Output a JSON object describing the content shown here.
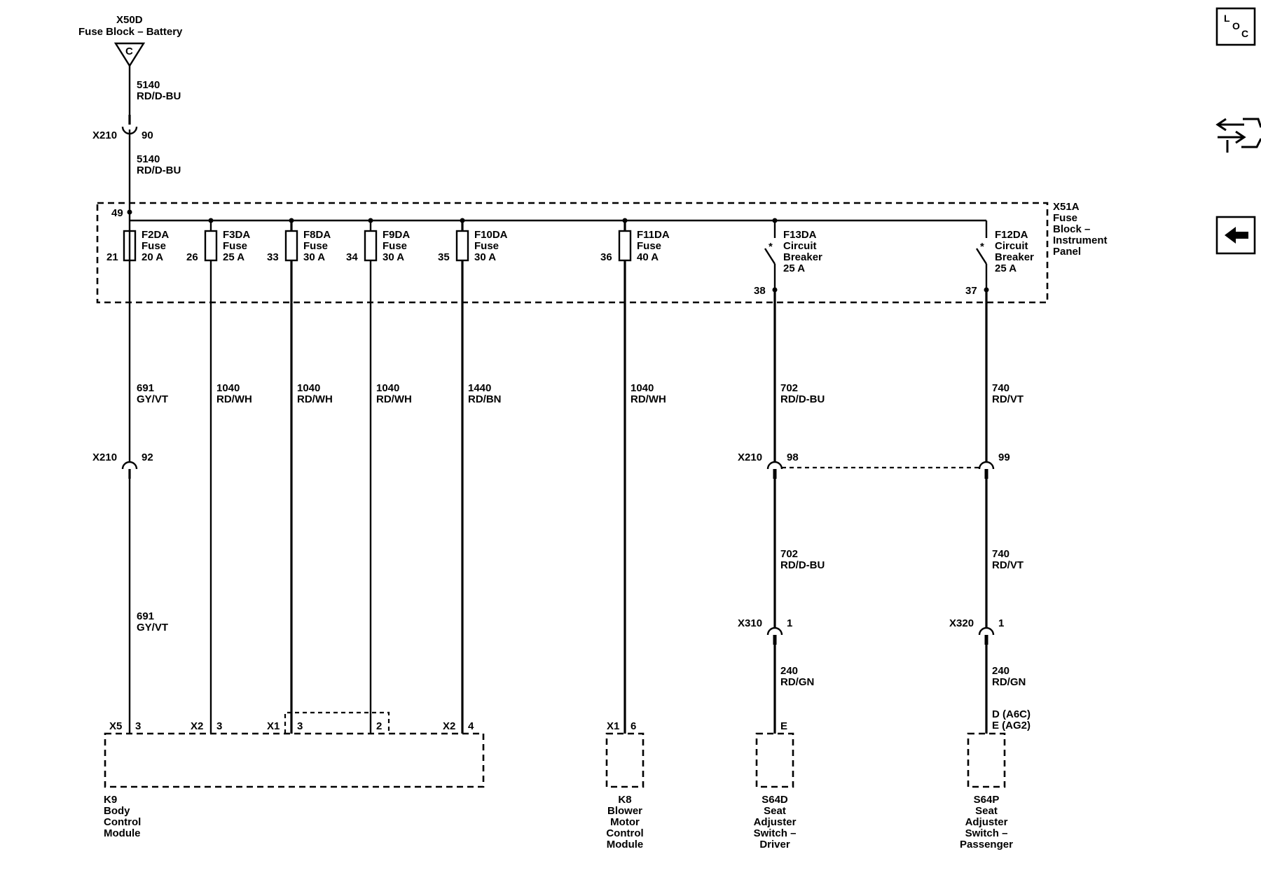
{
  "source": {
    "connector": "X50D",
    "name": "Fuse Block – Battery",
    "terminal": "C"
  },
  "top_wire": {
    "circuit": "5140",
    "color": "RD/D-BU"
  },
  "inline_x210_top": {
    "connector": "X210",
    "pin": "90"
  },
  "lower_top_wire": {
    "circuit": "5140",
    "color": "RD/D-BU"
  },
  "fuse_block": {
    "connector": "X51A",
    "line1": "Fuse",
    "line2": "Block –",
    "line3": "Instrument",
    "line4": "Panel",
    "input_pin": "49"
  },
  "fuses": [
    {
      "id": "F2DA",
      "type": "Fuse",
      "rating": "20 A",
      "pin": "21"
    },
    {
      "id": "F3DA",
      "type": "Fuse",
      "rating": "25 A",
      "pin": "26"
    },
    {
      "id": "F8DA",
      "type": "Fuse",
      "rating": "30 A",
      "pin": "33"
    },
    {
      "id": "F9DA",
      "type": "Fuse",
      "rating": "30 A",
      "pin": "34"
    },
    {
      "id": "F10DA",
      "type": "Fuse",
      "rating": "30 A",
      "pin": "35"
    },
    {
      "id": "F11DA",
      "type": "Fuse",
      "rating": "40 A",
      "pin": "36"
    }
  ],
  "breakers": [
    {
      "id": "F13DA",
      "line1": "Circuit",
      "line2": "Breaker",
      "rating": "25 A",
      "pin": "38"
    },
    {
      "id": "F12DA",
      "line1": "Circuit",
      "line2": "Breaker",
      "rating": "25 A",
      "pin": "37"
    }
  ],
  "wires_mid": [
    {
      "circuit": "691",
      "color": "GY/VT"
    },
    {
      "circuit": "1040",
      "color": "RD/WH"
    },
    {
      "circuit": "1040",
      "color": "RD/WH"
    },
    {
      "circuit": "1040",
      "color": "RD/WH"
    },
    {
      "circuit": "1440",
      "color": "RD/BN"
    },
    {
      "circuit": "1040",
      "color": "RD/WH"
    },
    {
      "circuit": "702",
      "color": "RD/D-BU"
    },
    {
      "circuit": "740",
      "color": "RD/VT"
    }
  ],
  "inline_x210": [
    {
      "connector": "X210",
      "pin": "92"
    },
    {
      "connector": "X210",
      "pin": "98"
    },
    {
      "connector": "",
      "pin": "99"
    }
  ],
  "wires_lower": [
    {
      "circuit": "691",
      "color": "GY/VT"
    },
    {
      "circuit": "702",
      "color": "RD/D-BU"
    },
    {
      "circuit": "740",
      "color": "RD/VT"
    }
  ],
  "inline_x310": {
    "connector": "X310",
    "pin": "1"
  },
  "inline_x320": {
    "connector": "X320",
    "pin": "1"
  },
  "wires_bottom": [
    {
      "circuit": "240",
      "color": "RD/GN"
    },
    {
      "circuit": "240",
      "color": "RD/GN"
    }
  ],
  "terminals": [
    {
      "connector": "X5",
      "pin": "3"
    },
    {
      "connector": "X2",
      "pin": "3"
    },
    {
      "connector": "X1",
      "pin": "3"
    },
    {
      "connector": "",
      "pin": "2"
    },
    {
      "connector": "X2",
      "pin": "4"
    },
    {
      "connector": "X1",
      "pin": "6"
    },
    {
      "connector": "",
      "pin": "E"
    },
    {
      "connector": "",
      "pin": "D (A6C)",
      "pin2": "E (AG2)"
    }
  ],
  "modules": [
    {
      "id": "K9",
      "lines": [
        "Body",
        "Control",
        "Module"
      ]
    },
    {
      "id": "K8",
      "lines": [
        "Blower",
        "Motor",
        "Control",
        "Module"
      ]
    },
    {
      "id": "S64D",
      "lines": [
        "Seat",
        "Adjuster",
        "Switch –",
        "Driver"
      ]
    },
    {
      "id": "S64P",
      "lines": [
        "Seat",
        "Adjuster",
        "Switch –",
        "Passenger"
      ]
    }
  ],
  "nav": {
    "loc_letters": [
      "L",
      "O",
      "C"
    ],
    "icons": [
      "location-icon",
      "connector-swap-icon",
      "back-arrow-icon"
    ]
  }
}
